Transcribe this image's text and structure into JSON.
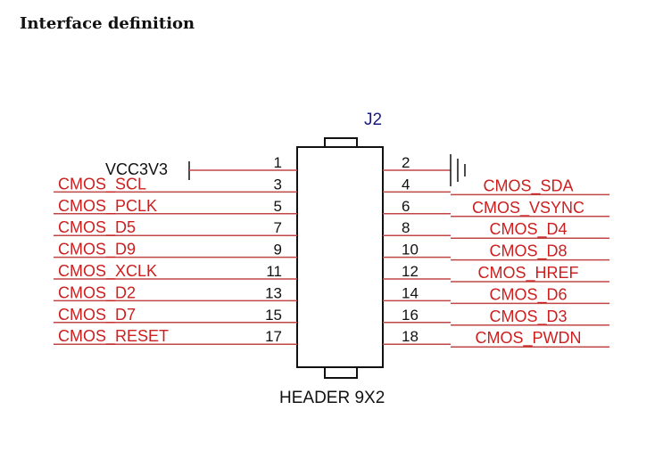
{
  "title": "Interface definition",
  "colors": {
    "signal": "#cc1f1f",
    "wire": "#c04646",
    "ink": "#111111",
    "label_blue": "#1a1a80"
  },
  "component": {
    "ref": "J2",
    "value": "HEADER 9X2"
  },
  "power": {
    "label": "VCC3V3",
    "ground_symbol": "ground-icon"
  },
  "rows": [
    {
      "left_pin": "1",
      "right_pin": "2",
      "left_label": "",
      "right_label": ""
    },
    {
      "left_pin": "3",
      "right_pin": "4",
      "left_label": "CMOS_SCL",
      "right_label": "CMOS_SDA"
    },
    {
      "left_pin": "5",
      "right_pin": "6",
      "left_label": "CMOS_PCLK",
      "right_label": "CMOS_VSYNC"
    },
    {
      "left_pin": "7",
      "right_pin": "8",
      "left_label": "CMOS_D5",
      "right_label": "CMOS_D4"
    },
    {
      "left_pin": "9",
      "right_pin": "10",
      "left_label": "CMOS_D9",
      "right_label": "CMOS_D8"
    },
    {
      "left_pin": "11",
      "right_pin": "12",
      "left_label": "CMOS_XCLK",
      "right_label": "CMOS_HREF"
    },
    {
      "left_pin": "13",
      "right_pin": "14",
      "left_label": "CMOS_D2",
      "right_label": "CMOS_D6"
    },
    {
      "left_pin": "15",
      "right_pin": "16",
      "left_label": "CMOS_D7",
      "right_label": "CMOS_D3"
    },
    {
      "left_pin": "17",
      "right_pin": "18",
      "left_label": "CMOS_RESET",
      "right_label": "CMOS_PWDN"
    }
  ]
}
